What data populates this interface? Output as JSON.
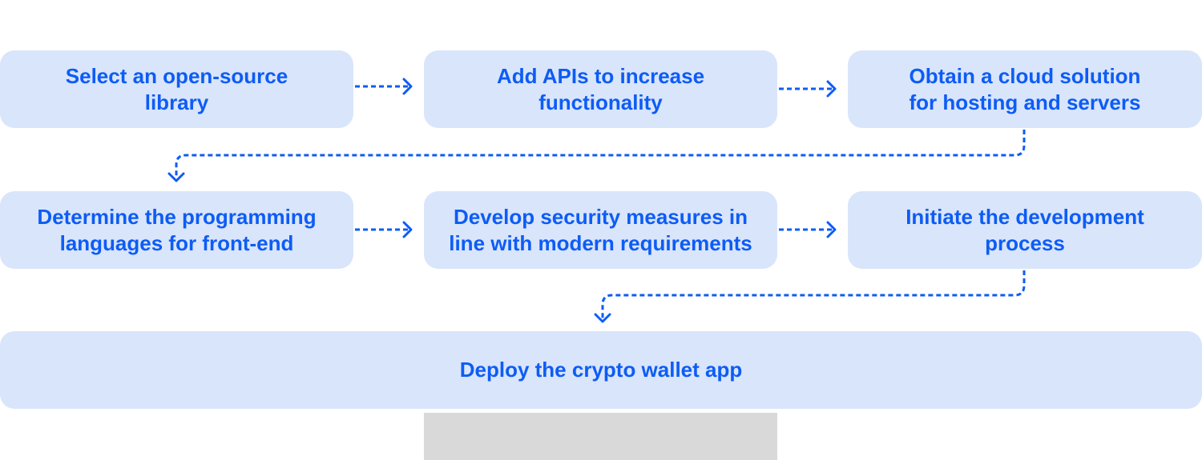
{
  "steps": [
    {
      "lines": [
        "Select an open-source",
        "library"
      ]
    },
    {
      "lines": [
        "Add APIs to increase",
        "functionality"
      ]
    },
    {
      "lines": [
        "Obtain a cloud solution",
        "for hosting and servers"
      ]
    },
    {
      "lines": [
        "Determine the programming",
        "languages for front-end"
      ]
    },
    {
      "lines": [
        "Develop security measures in",
        "line with modern requirements"
      ]
    },
    {
      "lines": [
        "Initiate the development",
        "process"
      ]
    },
    {
      "lines": [
        "Deploy the crypto wallet app"
      ]
    }
  ],
  "colors": {
    "box_fill": "#d9e5fb",
    "accent": "#0d5cf5",
    "placeholder": "#d9d9d9"
  }
}
